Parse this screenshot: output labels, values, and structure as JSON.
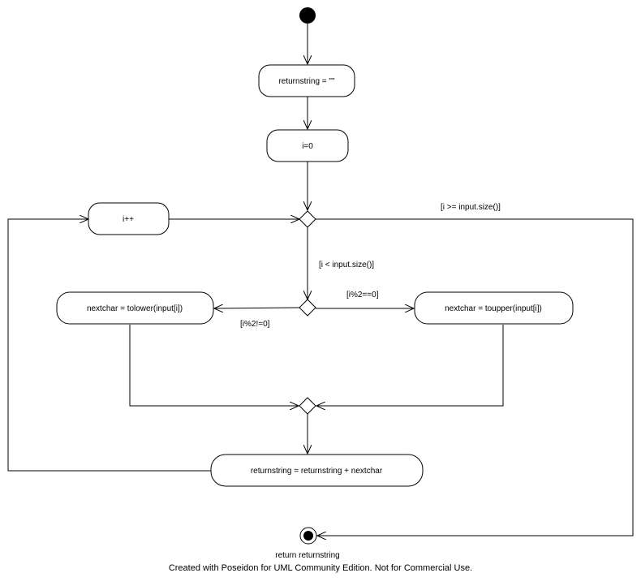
{
  "diagram": {
    "actions": {
      "init_returnstring": "returnstring = \"\"",
      "init_i": "i=0",
      "increment": "i++",
      "tolower": "nextchar = tolower(input[i])",
      "toupper": "nextchar = toupper(input[i])",
      "append": "returnstring = returnstring + nextchar"
    },
    "guards": {
      "exit": "[i >= input.size()]",
      "continue": "[i < input.size()]",
      "even": "[i%2==0]",
      "odd": "[i%2!=0]"
    },
    "final_label": "return returnstring"
  },
  "footer": "Created with Poseidon for UML Community Edition. Not for Commercial Use."
}
